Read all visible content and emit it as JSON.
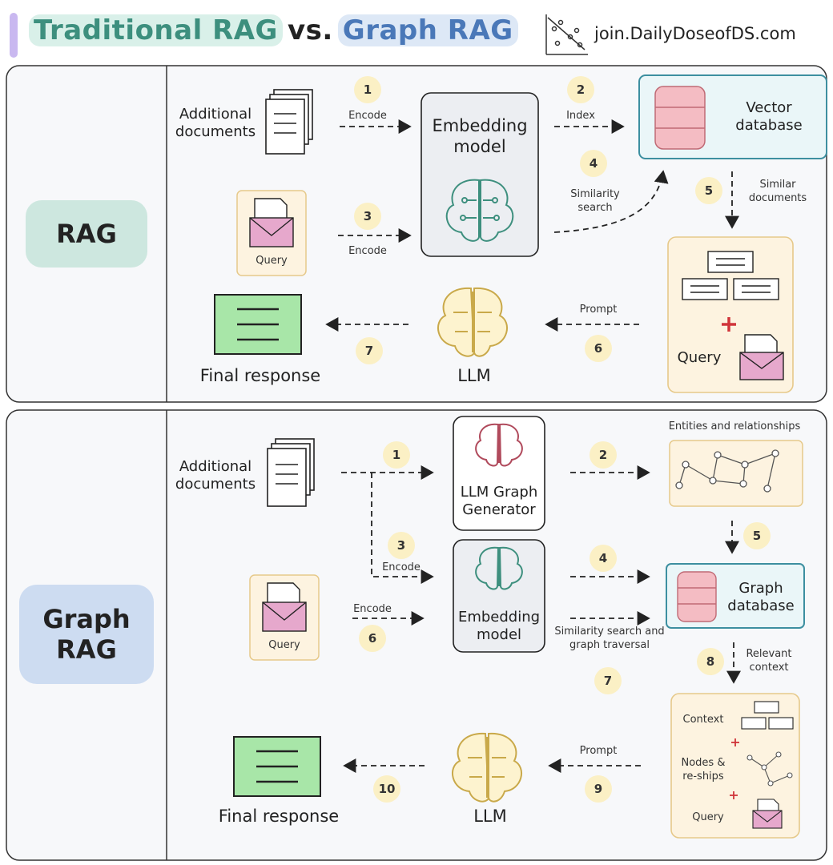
{
  "header": {
    "title_traditional": "Traditional RAG",
    "title_vs": "vs.",
    "title_graph": "Graph RAG",
    "brand": "join.DailyDoseofDS.com"
  },
  "colors": {
    "rag_badge": "#cde7df",
    "graph_badge": "#cddcf1",
    "panel_bg": "#f7f8fa",
    "accent_teal": "#3d8f7e",
    "accent_blue": "#4a78b8",
    "number_badge": "#fbf0c5",
    "final_response_green": "#a8e6a8",
    "database_pink": "#f4bcc3"
  },
  "rag": {
    "label": "RAG",
    "docs_label": "Additional documents",
    "query_label": "Query",
    "embedding_label": "Embedding model",
    "vector_db_label": "Vector database",
    "llm_label": "LLM",
    "final_label": "Final response",
    "bundle_query_label": "Query",
    "steps": [
      {
        "num": "1",
        "text": "Encode"
      },
      {
        "num": "2",
        "text": "Index"
      },
      {
        "num": "3",
        "text": "Encode"
      },
      {
        "num": "4",
        "text": "Similarity search"
      },
      {
        "num": "5",
        "text": "Similar documents"
      },
      {
        "num": "6",
        "text": "Prompt"
      },
      {
        "num": "7",
        "text": ""
      }
    ]
  },
  "graph": {
    "label": "Graph RAG",
    "docs_label": "Additional documents",
    "query_label": "Query",
    "generator_label": "LLM Graph Generator",
    "embedding_label": "Embedding model",
    "entities_label": "Entities and relationships",
    "graph_db_label": "Graph database",
    "llm_label": "LLM",
    "final_label": "Final response",
    "bundle_context_label": "Context",
    "bundle_nodes_label": "Nodes & re-ships",
    "bundle_query_label": "Query",
    "steps": [
      {
        "num": "1",
        "text": ""
      },
      {
        "num": "2",
        "text": ""
      },
      {
        "num": "3",
        "text": "Encode"
      },
      {
        "num": "4",
        "text": ""
      },
      {
        "num": "5",
        "text": ""
      },
      {
        "num": "6",
        "text": "Encode"
      },
      {
        "num": "7",
        "text": "Similarity search and graph traversal"
      },
      {
        "num": "8",
        "text": "Relevant context"
      },
      {
        "num": "9",
        "text": "Prompt"
      },
      {
        "num": "10",
        "text": ""
      }
    ]
  }
}
